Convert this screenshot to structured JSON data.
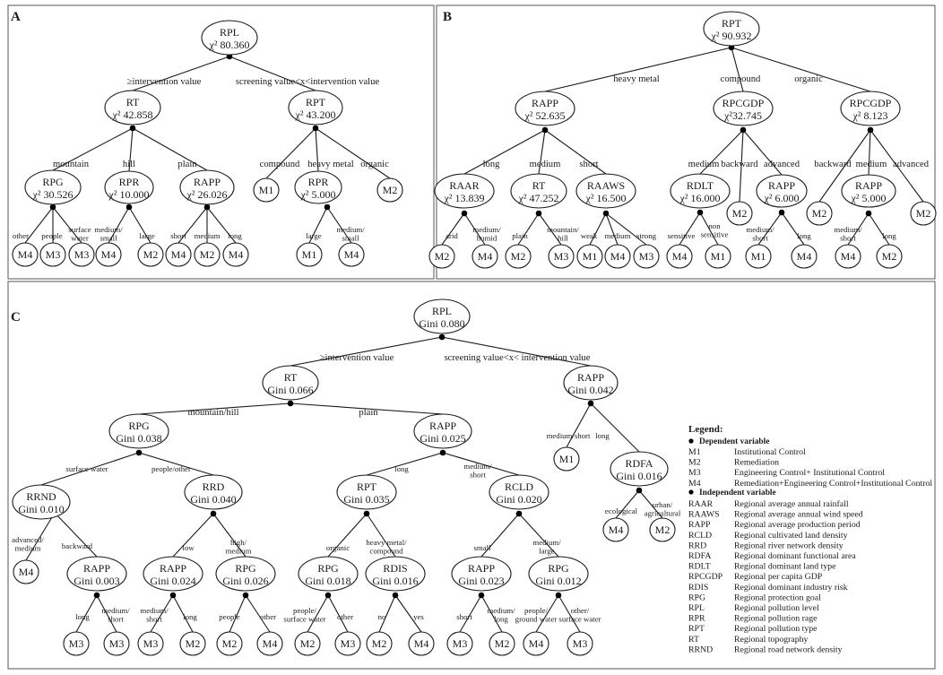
{
  "panels": [
    {
      "label": "A",
      "nodes": [
        {
          "id": "root",
          "l1": "RPL",
          "l2": "χ² 80.360"
        },
        {
          "id": "a1",
          "l1": "RT",
          "l2": "χ² 42.858"
        },
        {
          "id": "a2",
          "l1": "RPT",
          "l2": "χ² 43.200"
        },
        {
          "id": "a11",
          "l1": "RPG",
          "l2": "χ² 30.526"
        },
        {
          "id": "a12",
          "l1": "RPR",
          "l2": "χ² 10.000"
        },
        {
          "id": "a13",
          "l1": "RAPP",
          "l2": "χ² 26.026"
        },
        {
          "id": "a21",
          "l1": "M1"
        },
        {
          "id": "a22",
          "l1": "RPR",
          "l2": "χ² 5.000"
        },
        {
          "id": "a23",
          "l1": "M2"
        },
        {
          "id": "a111",
          "l1": "M4"
        },
        {
          "id": "a112",
          "l1": "M3"
        },
        {
          "id": "a113",
          "l1": "M3"
        },
        {
          "id": "a121",
          "l1": "M4"
        },
        {
          "id": "a122",
          "l1": "M2"
        },
        {
          "id": "a131",
          "l1": "M4"
        },
        {
          "id": "a132",
          "l1": "M2"
        },
        {
          "id": "a133",
          "l1": "M4"
        },
        {
          "id": "a221",
          "l1": "M1"
        },
        {
          "id": "a222",
          "l1": "M4"
        }
      ],
      "edges": [
        {
          "from": "root",
          "to": "a1",
          "label": "≥intervention value"
        },
        {
          "from": "root",
          "to": "a2",
          "label": "screening value<x<intervention value"
        },
        {
          "from": "a1",
          "to": "a11",
          "label": "mountain"
        },
        {
          "from": "a1",
          "to": "a12",
          "label": "hill"
        },
        {
          "from": "a1",
          "to": "a13",
          "label": "plain"
        },
        {
          "from": "a2",
          "to": "a21",
          "label": "compound"
        },
        {
          "from": "a2",
          "to": "a22",
          "label": "heavy metal"
        },
        {
          "from": "a2",
          "to": "a23",
          "label": "organic"
        },
        {
          "from": "a11",
          "to": "a111",
          "label": "other"
        },
        {
          "from": "a11",
          "to": "a112",
          "label": "people"
        },
        {
          "from": "a11",
          "to": "a113",
          "label": "surface|water"
        },
        {
          "from": "a12",
          "to": "a121",
          "label": "medium/|small"
        },
        {
          "from": "a12",
          "to": "a122",
          "label": "large"
        },
        {
          "from": "a13",
          "to": "a131",
          "label": "short"
        },
        {
          "from": "a13",
          "to": "a132",
          "label": "medium"
        },
        {
          "from": "a13",
          "to": "a133",
          "label": "long"
        },
        {
          "from": "a22",
          "to": "a221",
          "label": "large"
        },
        {
          "from": "a22",
          "to": "a222",
          "label": "medium/|small"
        }
      ]
    },
    {
      "label": "B",
      "nodes": [
        {
          "id": "root",
          "l1": "RPT",
          "l2": "χ² 90.932"
        },
        {
          "id": "b1",
          "l1": "RAPP",
          "l2": "χ² 52.635"
        },
        {
          "id": "b2",
          "l1": "RPCGDP",
          "l2": "χ²32.745"
        },
        {
          "id": "b3",
          "l1": "RPCGDP",
          "l2": "χ² 8.123"
        },
        {
          "id": "b11",
          "l1": "RAAR",
          "l2": "χ² 13.839"
        },
        {
          "id": "b12",
          "l1": "RT",
          "l2": "χ² 47.252"
        },
        {
          "id": "b13",
          "l1": "RAAWS",
          "l2": "χ² 16.500"
        },
        {
          "id": "b21",
          "l1": "RDLT",
          "l2": "χ² 16.000"
        },
        {
          "id": "b22",
          "l1": "M2"
        },
        {
          "id": "b23",
          "l1": "RAPP",
          "l2": "χ² 6.000"
        },
        {
          "id": "b31",
          "l1": "M2"
        },
        {
          "id": "b32",
          "l1": "RAPP",
          "l2": "χ² 5.000"
        },
        {
          "id": "b33",
          "l1": "M2"
        },
        {
          "id": "b111",
          "l1": "M2"
        },
        {
          "id": "b112",
          "l1": "M4"
        },
        {
          "id": "b121",
          "l1": "M2"
        },
        {
          "id": "b122",
          "l1": "M3"
        },
        {
          "id": "b131",
          "l1": "M1"
        },
        {
          "id": "b132",
          "l1": "M4"
        },
        {
          "id": "b133",
          "l1": "M3"
        },
        {
          "id": "b211",
          "l1": "M4"
        },
        {
          "id": "b212",
          "l1": "M1"
        },
        {
          "id": "b231",
          "l1": "M1"
        },
        {
          "id": "b232",
          "l1": "M4"
        },
        {
          "id": "b321",
          "l1": "M4"
        },
        {
          "id": "b322",
          "l1": "M2"
        }
      ],
      "edges": [
        {
          "from": "root",
          "to": "b1",
          "label": "heavy metal"
        },
        {
          "from": "root",
          "to": "b2",
          "label": "compound"
        },
        {
          "from": "root",
          "to": "b3",
          "label": "organic"
        },
        {
          "from": "b1",
          "to": "b11",
          "label": "long"
        },
        {
          "from": "b1",
          "to": "b12",
          "label": "medium"
        },
        {
          "from": "b1",
          "to": "b13",
          "label": "short"
        },
        {
          "from": "b2",
          "to": "b21",
          "label": "medium"
        },
        {
          "from": "b2",
          "to": "b22",
          "label": "backward"
        },
        {
          "from": "b2",
          "to": "b23",
          "label": "advanced"
        },
        {
          "from": "b3",
          "to": "b31",
          "label": "backward"
        },
        {
          "from": "b3",
          "to": "b32",
          "label": "medium"
        },
        {
          "from": "b3",
          "to": "b33",
          "label": "advanced"
        },
        {
          "from": "b11",
          "to": "b111",
          "label": "arid"
        },
        {
          "from": "b11",
          "to": "b112",
          "label": "medium/|humid"
        },
        {
          "from": "b12",
          "to": "b121",
          "label": "plain"
        },
        {
          "from": "b12",
          "to": "b122",
          "label": "mountain/|hill"
        },
        {
          "from": "b13",
          "to": "b131",
          "label": "weak"
        },
        {
          "from": "b13",
          "to": "b132",
          "label": "medium"
        },
        {
          "from": "b13",
          "to": "b133",
          "label": "strong"
        },
        {
          "from": "b21",
          "to": "b211",
          "label": "sensitive"
        },
        {
          "from": "b21",
          "to": "b212",
          "label": "non|sensitive"
        },
        {
          "from": "b23",
          "to": "b231",
          "label": "medium/|short"
        },
        {
          "from": "b23",
          "to": "b232",
          "label": "long"
        },
        {
          "from": "b32",
          "to": "b321",
          "label": "medium/|short"
        },
        {
          "from": "b32",
          "to": "b322",
          "label": "long"
        }
      ]
    },
    {
      "label": "C",
      "nodes": [
        {
          "id": "root",
          "l1": "RPL",
          "l2": "Gini 0.080"
        },
        {
          "id": "c1",
          "l1": "RT",
          "l2": "Gini 0.066"
        },
        {
          "id": "c2",
          "l1": "RAPP",
          "l2": "Gini 0.042"
        },
        {
          "id": "c11",
          "l1": "RPG",
          "l2": "Gini 0.038"
        },
        {
          "id": "c12",
          "l1": "RAPP",
          "l2": "Gini 0.025"
        },
        {
          "id": "c21",
          "l1": "M1"
        },
        {
          "id": "c22",
          "l1": "RDFA",
          "l2": "Gini 0.016"
        },
        {
          "id": "c111",
          "l1": "RRND",
          "l2": "Gini 0.010"
        },
        {
          "id": "c112",
          "l1": "RRD",
          "l2": "Gini 0.040"
        },
        {
          "id": "c121",
          "l1": "RPT",
          "l2": "Gini 0.035"
        },
        {
          "id": "c122",
          "l1": "RCLD",
          "l2": "Gini 0.020"
        },
        {
          "id": "c221",
          "l1": "M4"
        },
        {
          "id": "c222",
          "l1": "M2"
        },
        {
          "id": "c1111",
          "l1": "M4"
        },
        {
          "id": "c1112",
          "l1": "RAPP",
          "l2": "Gini 0.003"
        },
        {
          "id": "c1121",
          "l1": "RAPP",
          "l2": "Gini 0.024"
        },
        {
          "id": "c1122",
          "l1": "RPG",
          "l2": "Gini 0.026"
        },
        {
          "id": "c1211",
          "l1": "RPG",
          "l2": "Gini 0.018"
        },
        {
          "id": "c1212",
          "l1": "RDIS",
          "l2": "Gini 0.016"
        },
        {
          "id": "c1221",
          "l1": "RAPP",
          "l2": "Gini 0.023"
        },
        {
          "id": "c1222",
          "l1": "RPG",
          "l2": "Gini 0.012"
        },
        {
          "id": "l1",
          "l1": "M3"
        },
        {
          "id": "l2",
          "l1": "M3"
        },
        {
          "id": "l3",
          "l1": "M3"
        },
        {
          "id": "l4",
          "l1": "M2"
        },
        {
          "id": "l5",
          "l1": "M2"
        },
        {
          "id": "l6",
          "l1": "M4"
        },
        {
          "id": "l7",
          "l1": "M2"
        },
        {
          "id": "l8",
          "l1": "M3"
        },
        {
          "id": "l9",
          "l1": "M2"
        },
        {
          "id": "l10",
          "l1": "M4"
        },
        {
          "id": "l11",
          "l1": "M3"
        },
        {
          "id": "l12",
          "l1": "M2"
        },
        {
          "id": "l13",
          "l1": "M4"
        },
        {
          "id": "l14",
          "l1": "M3"
        }
      ],
      "edges": [
        {
          "from": "root",
          "to": "c1",
          "label": "≥intervention value"
        },
        {
          "from": "root",
          "to": "c2",
          "label": "screening value<x< intervention value"
        },
        {
          "from": "c1",
          "to": "c11",
          "label": "mountain/hill"
        },
        {
          "from": "c1",
          "to": "c12",
          "label": "plain"
        },
        {
          "from": "c2",
          "to": "c21",
          "label": "medium/short"
        },
        {
          "from": "c2",
          "to": "c22",
          "label": "long"
        },
        {
          "from": "c11",
          "to": "c111",
          "label": "surface water"
        },
        {
          "from": "c11",
          "to": "c112",
          "label": "people/other"
        },
        {
          "from": "c12",
          "to": "c121",
          "label": "long"
        },
        {
          "from": "c12",
          "to": "c122",
          "label": "medium/|short"
        },
        {
          "from": "c22",
          "to": "c221",
          "label": "ecological"
        },
        {
          "from": "c22",
          "to": "c222",
          "label": "urban/|agricultural"
        },
        {
          "from": "c111",
          "to": "c1111",
          "label": "advanced/|medium"
        },
        {
          "from": "c111",
          "to": "c1112",
          "label": "backward"
        },
        {
          "from": "c112",
          "to": "c1121",
          "label": "low"
        },
        {
          "from": "c112",
          "to": "c1122",
          "label": "high/|medium"
        },
        {
          "from": "c121",
          "to": "c1211",
          "label": "organic"
        },
        {
          "from": "c121",
          "to": "c1212",
          "label": "heavy metal/|compound"
        },
        {
          "from": "c122",
          "to": "c1221",
          "label": "small"
        },
        {
          "from": "c122",
          "to": "c1222",
          "label": "medium/|large"
        },
        {
          "from": "c1112",
          "to": "l1",
          "label": "long"
        },
        {
          "from": "c1112",
          "to": "l2",
          "label": "medium/|short"
        },
        {
          "from": "c1121",
          "to": "l3",
          "label": "medium/|short"
        },
        {
          "from": "c1121",
          "to": "l4",
          "label": "long"
        },
        {
          "from": "c1122",
          "to": "l5",
          "label": "people"
        },
        {
          "from": "c1122",
          "to": "l6",
          "label": "other"
        },
        {
          "from": "c1211",
          "to": "l7",
          "label": "people/|surface water"
        },
        {
          "from": "c1211",
          "to": "l8",
          "label": "other"
        },
        {
          "from": "c1212",
          "to": "l9",
          "label": "no"
        },
        {
          "from": "c1212",
          "to": "l10",
          "label": "yes"
        },
        {
          "from": "c1221",
          "to": "l11",
          "label": "short"
        },
        {
          "from": "c1221",
          "to": "l12",
          "label": "medium/|long"
        },
        {
          "from": "c1222",
          "to": "l13",
          "label": "people/|ground water"
        },
        {
          "from": "c1222",
          "to": "l14",
          "label": "other/|surface water"
        }
      ]
    }
  ],
  "legend": {
    "title": "Legend:",
    "dependent_header": "Dependent variable",
    "independent_header": "Independent variable",
    "dependent": [
      {
        "code": "M1",
        "desc": "Institutional Control"
      },
      {
        "code": "M2",
        "desc": "Remediation"
      },
      {
        "code": "M3",
        "desc": "Engineering Control+ Institutional Control"
      },
      {
        "code": "M4",
        "desc": "Remediation+Engineering Control+Institutional Control"
      }
    ],
    "independent": [
      {
        "code": "RAAR",
        "desc": "Regional average annual rainfall"
      },
      {
        "code": "RAAWS",
        "desc": "Regional average annual wind speed"
      },
      {
        "code": "RAPP",
        "desc": "Regional average production period"
      },
      {
        "code": "RCLD",
        "desc": "Regional cultivated land density"
      },
      {
        "code": "RRD",
        "desc": "Regional river network density"
      },
      {
        "code": "RDFA",
        "desc": "Regional dominant functional area"
      },
      {
        "code": "RDLT",
        "desc": "Regional dominant land type"
      },
      {
        "code": "RPCGDP",
        "desc": "Regional per capita GDP"
      },
      {
        "code": "RDIS",
        "desc": "Regional dominant industry risk"
      },
      {
        "code": "RPG",
        "desc": "Regional protection goal"
      },
      {
        "code": "RPL",
        "desc": "Regional pollution level"
      },
      {
        "code": "RPR",
        "desc": "Regional pollution rage"
      },
      {
        "code": "RPT",
        "desc": "Regional pollution type"
      },
      {
        "code": "RT",
        "desc": "Regional topography"
      },
      {
        "code": "RRND",
        "desc": "Regional road network density"
      }
    ]
  }
}
